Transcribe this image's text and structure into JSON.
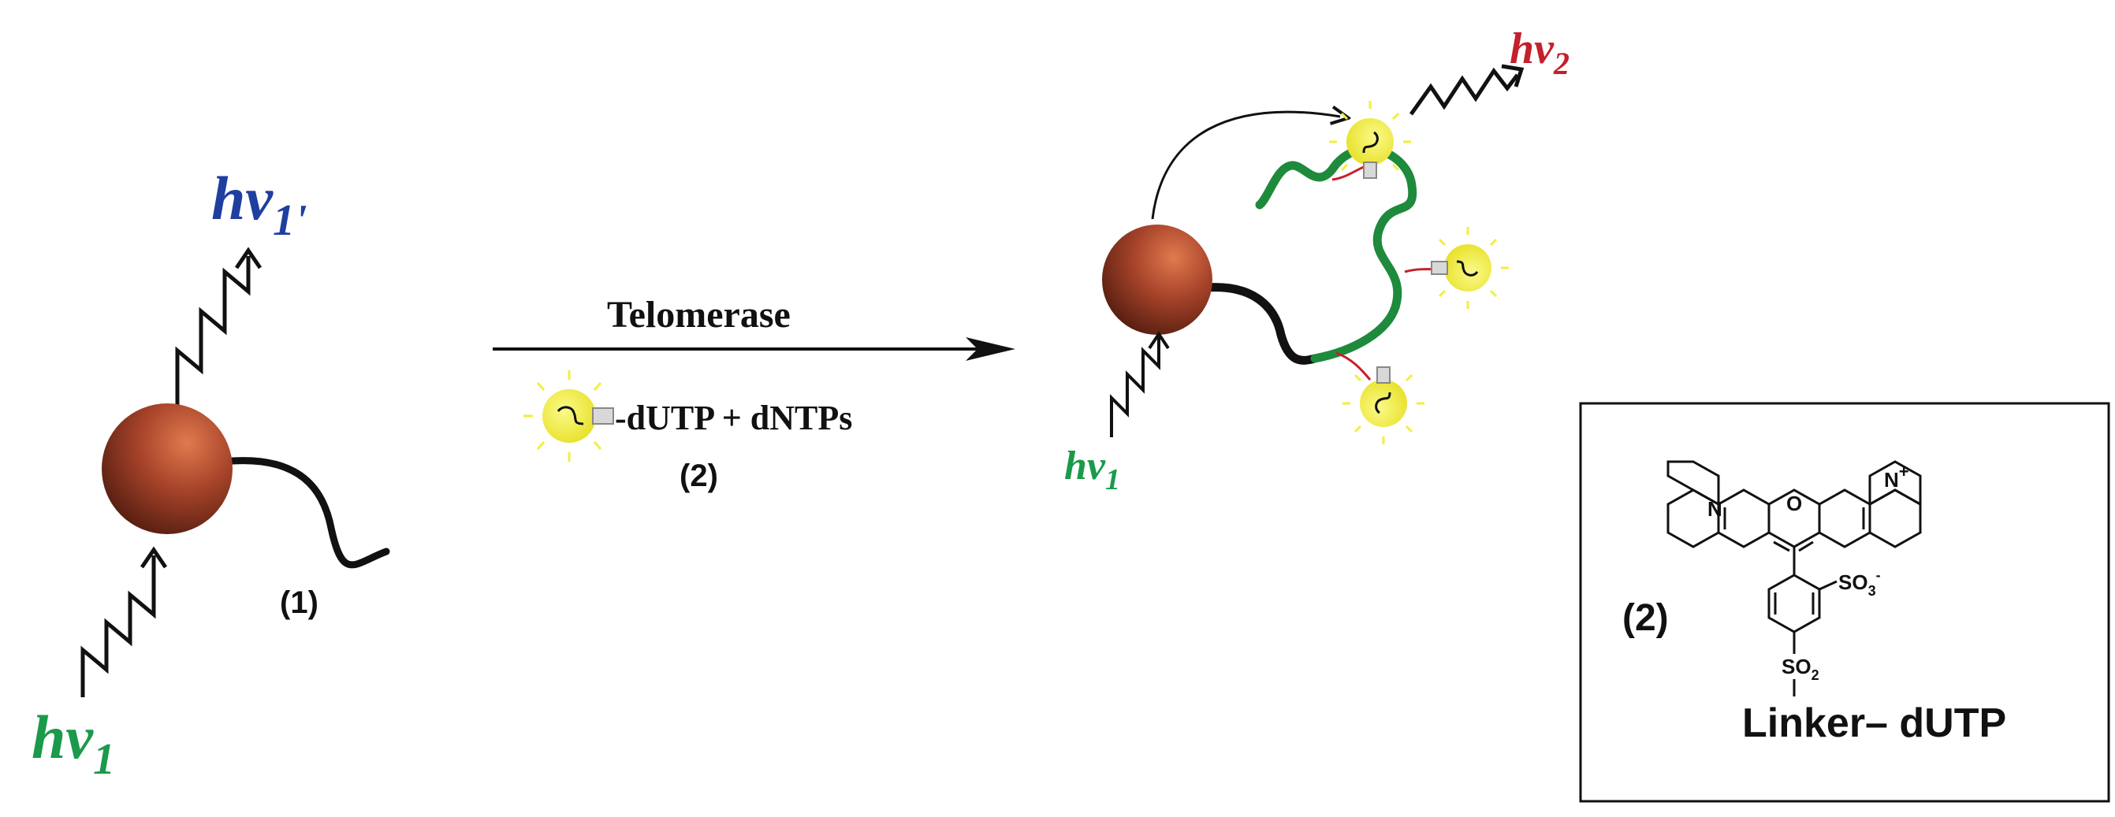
{
  "left": {
    "emission_label": "hv",
    "emission_sub": "1'",
    "excitation_label": "hv",
    "excitation_sub": "1",
    "strand_label": "(1)"
  },
  "reaction": {
    "enzyme_label": "Telomerase",
    "reagents_label": "-dUTP + dNTPs",
    "reagent_number": "(2)"
  },
  "right": {
    "emission_label": "hv",
    "emission_sub": "2",
    "excitation_label": "hv",
    "excitation_sub": "1"
  },
  "structure_box": {
    "compound_number": "(2)",
    "nitrogen": "N",
    "nitrogen_plus": "N",
    "charge": "+",
    "oxygen": "O",
    "sulfonate": "SO",
    "sulfonate_sub": "3",
    "sulfonate_charge": "-",
    "sulfonyl": "SO",
    "sulfonyl_sub": "2",
    "linker_label": "Linker– dUTP"
  },
  "colors": {
    "green": "#1a9a4a",
    "blue": "#1f3fa0",
    "red": "#c4202c",
    "bead": "#a8442a",
    "strand_green": "#1e8a3c",
    "bulb": "#f2ef3a"
  },
  "icons": [
    "nanoparticle-bead",
    "light-bulb-icon",
    "photon-squiggle-arrow"
  ]
}
